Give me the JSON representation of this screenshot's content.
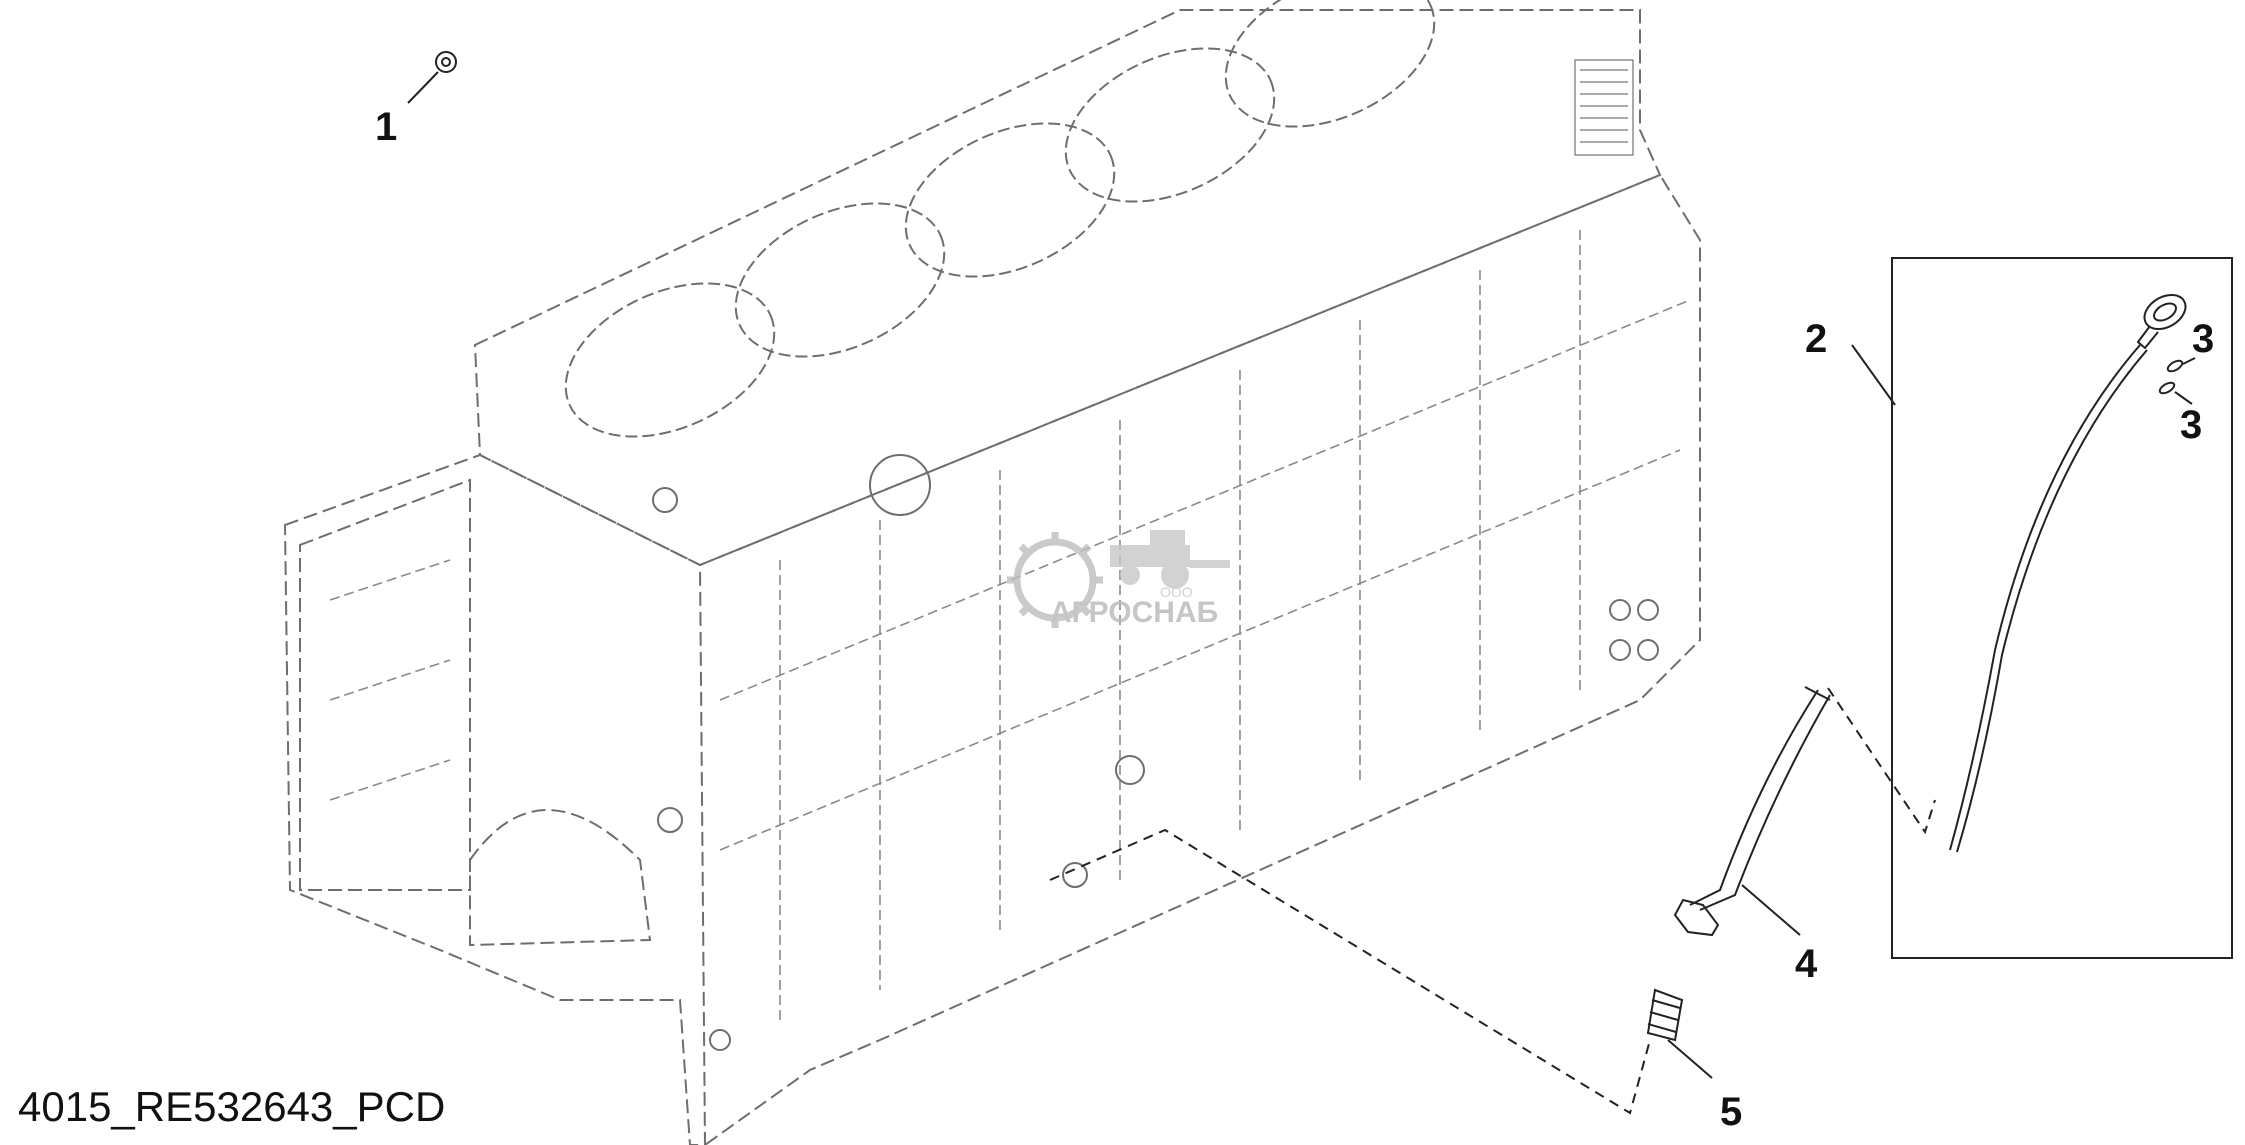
{
  "drawing_id": "4015_RE532643_PCD",
  "callouts": {
    "c1": "1",
    "c2": "2",
    "c3a": "3",
    "c3b": "3",
    "c4": "4",
    "c5": "5"
  },
  "watermark": {
    "brand": "АГРОСНАБ",
    "prefix": "ООО"
  },
  "colors": {
    "line": "#3a3a3a",
    "block_outline": "#6e6e6e",
    "watermark": "#b9b9b9",
    "background": "#ffffff"
  },
  "icons": [
    "gear-logo-icon",
    "tractor-logo-icon"
  ]
}
